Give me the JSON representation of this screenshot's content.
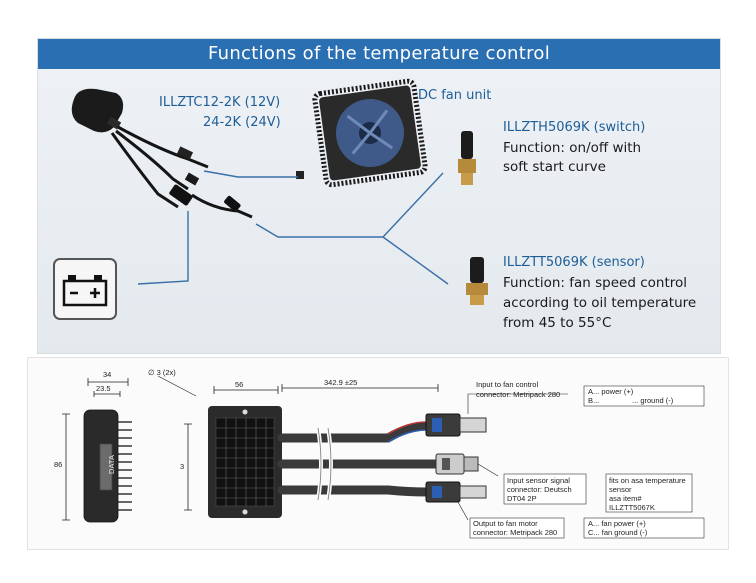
{
  "top": {
    "title": "Functions of the temperature control",
    "controller_line1": "ILLZTC12-2K (12V)",
    "controller_line2": "24-2K (24V)",
    "fan_label": "DC fan unit",
    "switch_part": "ILLZTH5069K (switch)",
    "switch_func1": "Function: on/off with",
    "switch_func2": "soft start curve",
    "sensor_part": "ILLZTT5069K (sensor)",
    "sensor_func1": "Function: fan speed control",
    "sensor_func2": "according to oil temperature",
    "sensor_func3": "from 45 to 55°C"
  },
  "drawing": {
    "dim_width": "34",
    "dim_inner": "23.5",
    "dim_height": "86",
    "dim_56": "56",
    "dim_cable": "342.9 ±25",
    "dim_3": "3",
    "data_label": "DATA",
    "hole_note": "∅ 3 (2x)",
    "input_fan_line1": "Input to fan control",
    "input_fan_line2": "connector: Metripack 280",
    "pin_a_power": "A... power (+)",
    "pin_b": "B...",
    "pin_b_ground": "... ground (-)",
    "sensor_sig_line1": "Input sensor signal",
    "sensor_sig_line2": "connector: Deutsch",
    "sensor_sig_line3": "DT04 2P",
    "fits_line1": "fits on asa temperature",
    "fits_line2": "sensor",
    "fits_line3": "asa item#",
    "fits_line4": "ILLZTT5067K",
    "output_line1": "Output to fan motor",
    "output_line2": "connector: Metripack 280",
    "pin_a_fan": "A... fan power (+)",
    "pin_c_fan": "C... fan ground (-)"
  },
  "colors": {
    "title_bg": "#2b6fb3",
    "label_blue": "#1e5e97",
    "wire_blue": "#3a6fa8"
  }
}
